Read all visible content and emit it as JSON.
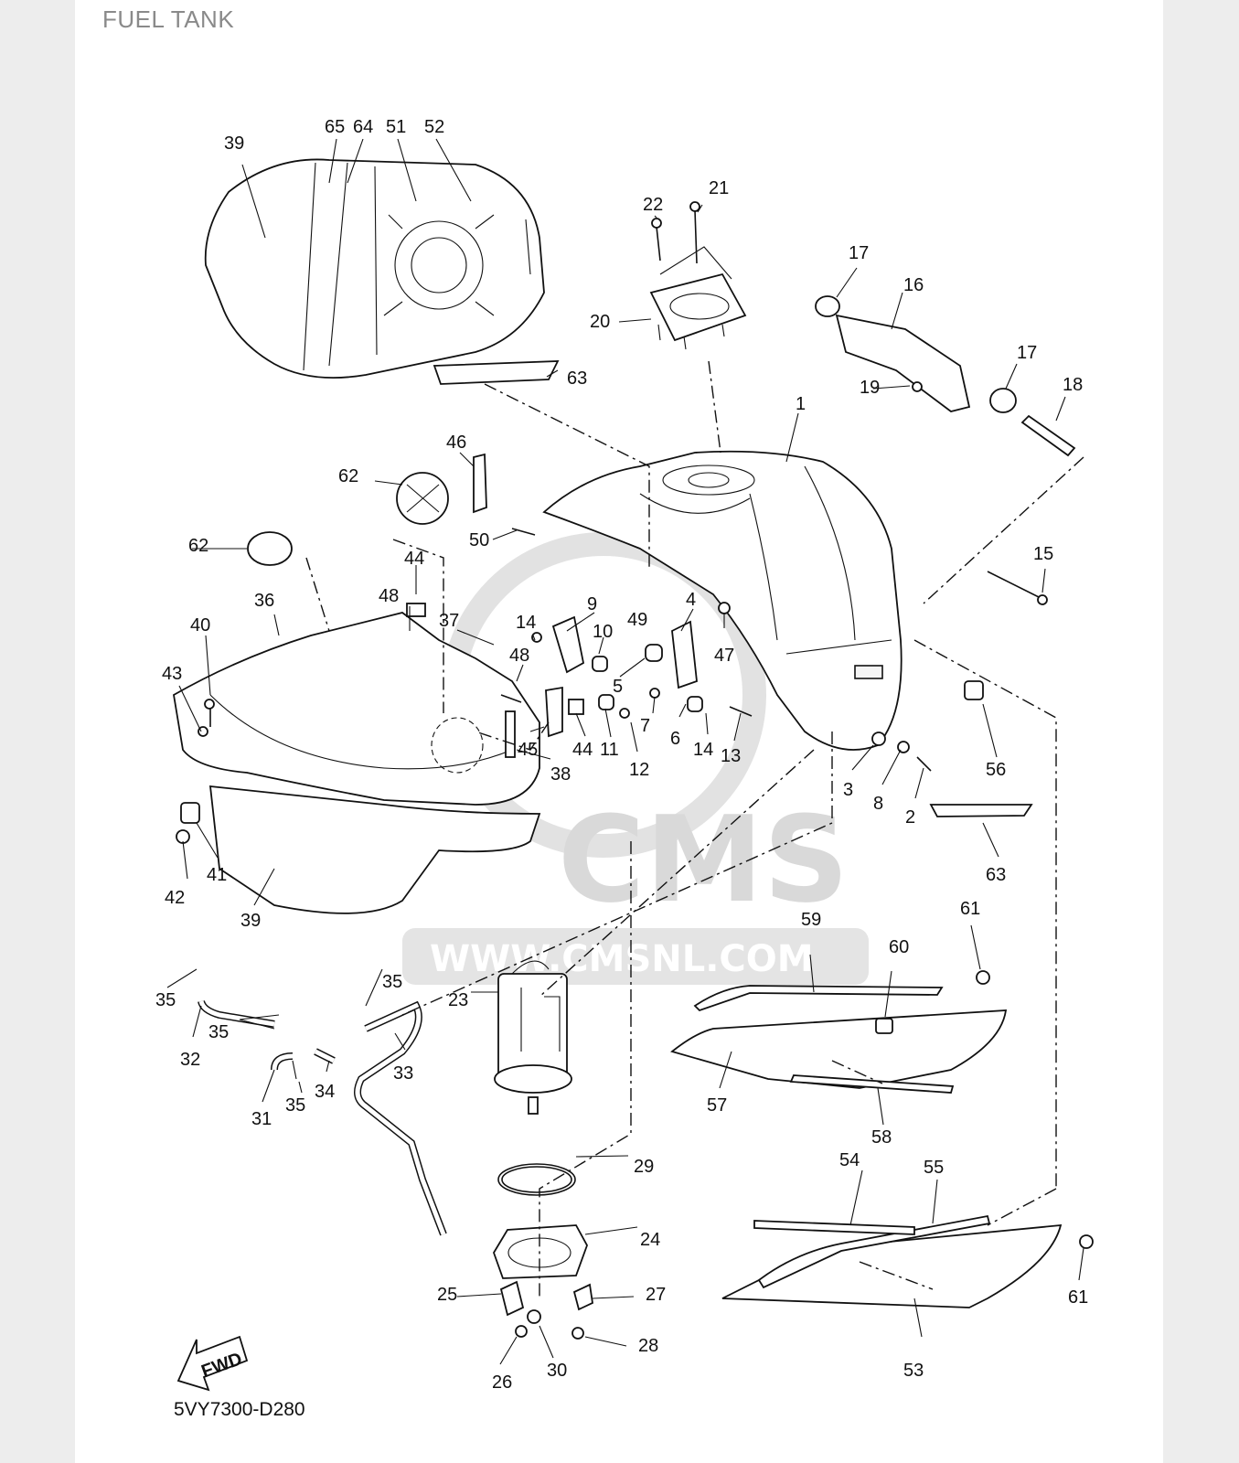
{
  "title": "FUEL TANK",
  "diagram_code": "5VY7300-D280",
  "watermark": {
    "brand": "CMS",
    "url": "WWW.CMSNL.COM"
  },
  "fwd_label": "FWD",
  "callouts": {
    "c1": "1",
    "c2": "2",
    "c3": "3",
    "c4": "4",
    "c5": "5",
    "c6": "6",
    "c7": "7",
    "c8": "8",
    "c9": "9",
    "c10": "10",
    "c11": "11",
    "c12": "12",
    "c13": "13",
    "c14a": "14",
    "c14b": "14",
    "c15": "15",
    "c16": "16",
    "c17a": "17",
    "c17b": "17",
    "c18": "18",
    "c19": "19",
    "c20": "20",
    "c21": "21",
    "c22": "22",
    "c23": "23",
    "c24": "24",
    "c25": "25",
    "c26": "26",
    "c27": "27",
    "c28": "28",
    "c29": "29",
    "c30": "30",
    "c31": "31",
    "c32": "32",
    "c33": "33",
    "c34": "34",
    "c35a": "35",
    "c35b": "35",
    "c35c": "35",
    "c35d": "35",
    "c36": "36",
    "c37": "37",
    "c38": "38",
    "c39a": "39",
    "c39b": "39",
    "c40": "40",
    "c41": "41",
    "c42": "42",
    "c43": "43",
    "c44a": "44",
    "c44b": "44",
    "c45": "45",
    "c46": "46",
    "c47": "47",
    "c48a": "48",
    "c48b": "48",
    "c49": "49",
    "c50": "50",
    "c51": "51",
    "c52": "52",
    "c53": "53",
    "c54": "54",
    "c55": "55",
    "c56": "56",
    "c57": "57",
    "c58": "58",
    "c59": "59",
    "c60": "60",
    "c61a": "61",
    "c61b": "61",
    "c62a": "62",
    "c62b": "62",
    "c63a": "63",
    "c63b": "63",
    "c64": "64",
    "c65": "65"
  }
}
